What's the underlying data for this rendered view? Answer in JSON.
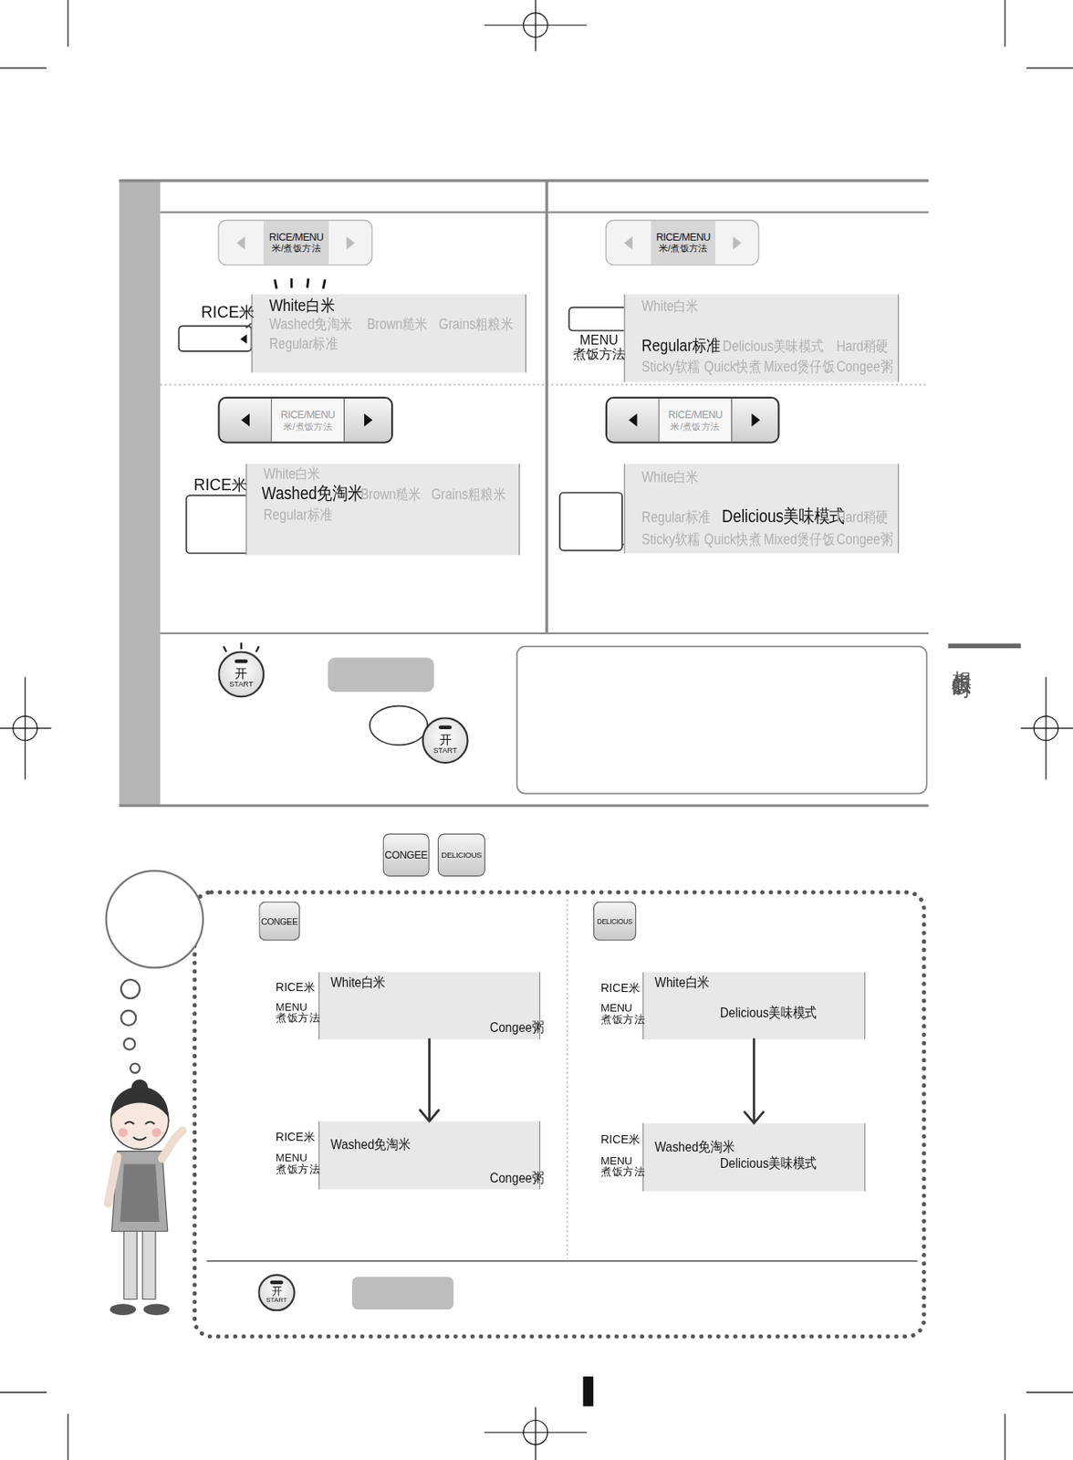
{
  "diagram": {
    "nodes": [
      {
        "text": [
          "RICE/MENU",
          "米/煮饭方法"
        ]
      },
      {
        "text": [
          "White白米",
          "Washed免淘米",
          "Brown糙米",
          "Grains粗粮米",
          "Regular标准"
        ]
      },
      {
        "text": [
          "RICE/MENU",
          "米/煮饭方法"
        ]
      },
      {
        "text": [
          "White白米",
          "Regular标准",
          "Delicious美味模式",
          "Hard稍硬",
          "Sticky软糯",
          "Quick快煮",
          "Mixed煲仔饭",
          "Congee粥"
        ]
      },
      {
        "text": [
          "RICE/MENU",
          "米/煮饭方法"
        ]
      },
      {
        "text": [
          "White白米",
          "Washed免淘米",
          "Brown糙米",
          "Grains粗粮米",
          "Regular标准"
        ]
      },
      {
        "text": [
          "RICE/MENU",
          "米/煮饭方法"
        ]
      },
      {
        "text": [
          "White白米",
          "Regular标准",
          "Delicious美味模式",
          "Hard稍硬",
          "Sticky软糯",
          "Quick快煮",
          "Mixed煲仔饭",
          "Congee粥"
        ]
      },
      {
        "text": [
          "开",
          "START"
        ]
      },
      {
        "text": [
          "开",
          "START"
        ]
      },
      {
        "text": [
          "CONGEE"
        ]
      },
      {
        "text": [
          "DELICIOUS"
        ]
      },
      {
        "text": [
          "CONGEE"
        ]
      },
      {
        "text": [
          "DELICIOUS"
        ]
      },
      {
        "text": [
          "White白米",
          "Congee粥"
        ]
      },
      {
        "text": [
          "White白米",
          "Delicious美味模式"
        ]
      },
      {
        "text": [
          "Washed免淘米",
          "Congee粥"
        ]
      },
      {
        "text": [
          "Washed免淘米",
          "Delicious美味模式"
        ]
      },
      {
        "text": [
          "开",
          "START"
        ]
      }
    ],
    "edges": [
      {
        "from": 14,
        "to": 16,
        "arrow": "to"
      },
      {
        "from": 15,
        "to": 17,
        "arrow": "to"
      }
    ],
    "labels": [
      "RICE米",
      "MENU 煮饭方法",
      "RICE米",
      "RICE米",
      "MENU 煮饭方法",
      "RICE米",
      "MENU 煮饭方法",
      "RICE米",
      "MENU 煮饭方法",
      "RICE米",
      "MENU 煮饭方法",
      "想煮饭时"
    ]
  }
}
